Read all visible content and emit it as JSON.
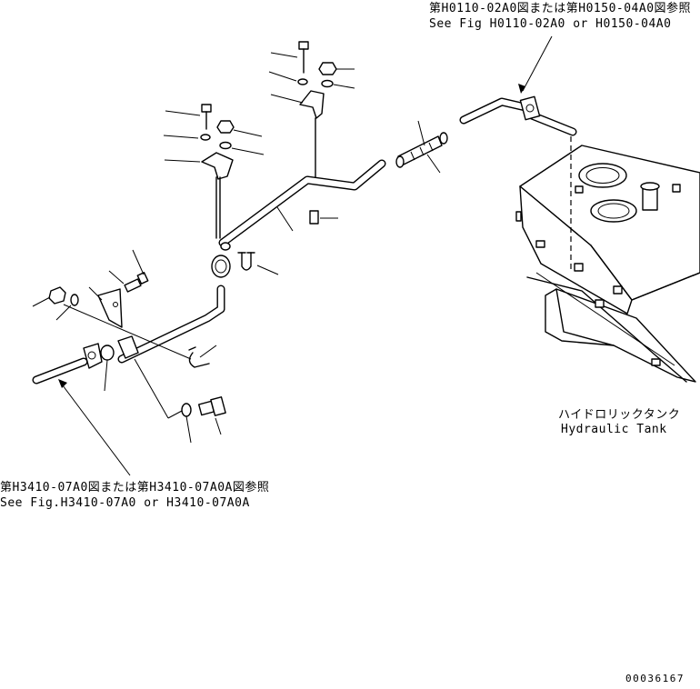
{
  "references": {
    "top_right": {
      "jp": "第H0110-02A0図または第H0150-04A0図参照",
      "en": "See Fig H0110-02A0 or H0150-04A0"
    },
    "bottom_left": {
      "jp": "第H3410-07A0図または第H3410-07A0A図参照",
      "en": "See Fig.H3410-07A0 or H3410-07A0A"
    }
  },
  "tank_label": {
    "jp": "ハイドロリックタンク",
    "en": "Hydraulic Tank"
  },
  "drawing_number": "00036167"
}
